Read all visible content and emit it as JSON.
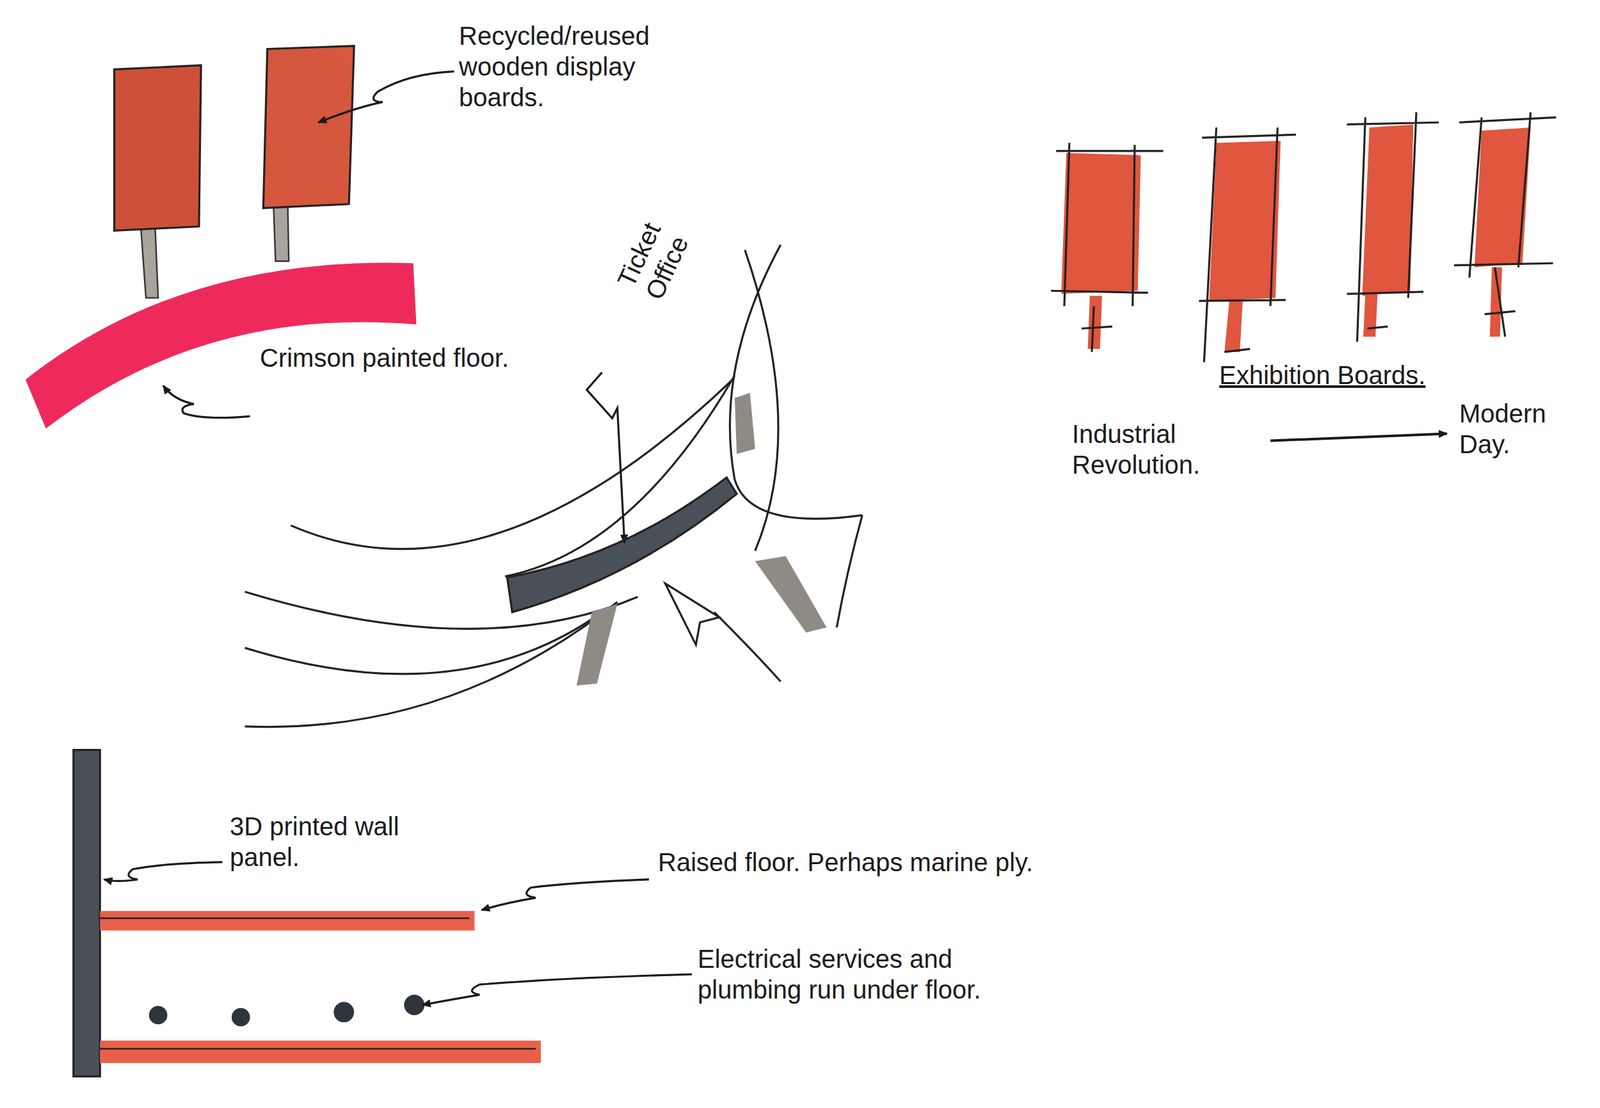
{
  "diagram": {
    "labels": [
      "Recycled/reused wooden display boards.",
      "Crimson painted floor.",
      "Ticket Office",
      "Exhibition Boards.",
      "Industrial Revolution.",
      "Modern Day.",
      "3D printed wall panel.",
      "Raised floor. Perhaps marine ply.",
      "Electrical services and plumbing run under floor."
    ]
  }
}
